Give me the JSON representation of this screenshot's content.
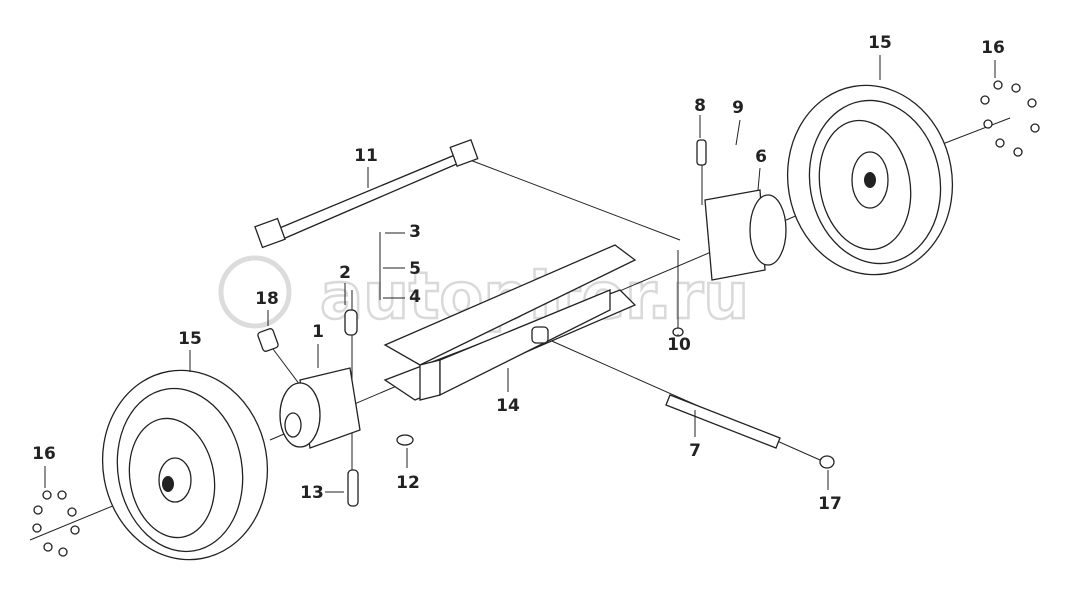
{
  "diagram": {
    "watermark": "autopiter.ru",
    "callouts": {
      "wheel_right": "15",
      "nuts_right": "16",
      "bolt": "8",
      "pin_small": "9",
      "knuckle_right": "6",
      "tie_rod": "11",
      "cotter": "3",
      "washer_small": "5",
      "king_pin_upper": "2",
      "nut_small": "4",
      "seal": "18",
      "knuckle_left": "1",
      "wheel_left": "15",
      "washer_right": "10",
      "axle_beam": "14",
      "pivot_pin": "7",
      "nuts_left": "16",
      "washer_lower": "12",
      "king_pin_lower": "13",
      "circlip": "17"
    }
  }
}
